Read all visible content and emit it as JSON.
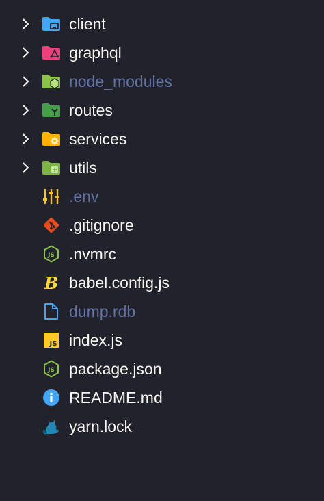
{
  "explorer": {
    "items": [
      {
        "label": "client",
        "type": "folder",
        "icon": "folder-client-icon",
        "color": "#42a5f5",
        "dim": false
      },
      {
        "label": "graphql",
        "type": "folder",
        "icon": "folder-graphql-icon",
        "color": "#ec407a",
        "dim": false
      },
      {
        "label": "node_modules",
        "type": "folder",
        "icon": "folder-node-icon",
        "color": "#8bc34a",
        "dim": true
      },
      {
        "label": "routes",
        "type": "folder",
        "icon": "folder-routes-icon",
        "color": "#43a047",
        "dim": false
      },
      {
        "label": "services",
        "type": "folder",
        "icon": "folder-services-icon",
        "color": "#ffb300",
        "dim": false
      },
      {
        "label": "utils",
        "type": "folder",
        "icon": "folder-utils-icon",
        "color": "#7cb342",
        "dim": false
      },
      {
        "label": ".env",
        "type": "file",
        "icon": "settings-sliders-icon",
        "color": "#fbc02d",
        "dim": true
      },
      {
        "label": ".gitignore",
        "type": "file",
        "icon": "git-icon",
        "color": "#e64a19",
        "dim": false
      },
      {
        "label": ".nvmrc",
        "type": "file",
        "icon": "nodejs-icon",
        "color": "#8bc34a",
        "dim": false
      },
      {
        "label": "babel.config.js",
        "type": "file",
        "icon": "babel-icon",
        "color": "#fdd835",
        "dim": false
      },
      {
        "label": "dump.rdb",
        "type": "file",
        "icon": "document-icon",
        "color": "#42a5f5",
        "dim": true
      },
      {
        "label": "index.js",
        "type": "file",
        "icon": "javascript-icon",
        "color": "#ffca28",
        "dim": false
      },
      {
        "label": "package.json",
        "type": "file",
        "icon": "nodejs-icon",
        "color": "#8bc34a",
        "dim": false
      },
      {
        "label": "README.md",
        "type": "file",
        "icon": "info-icon",
        "color": "#42a5f5",
        "dim": false
      },
      {
        "label": "yarn.lock",
        "type": "file",
        "icon": "yarn-cat-icon",
        "color": "#2188b6",
        "dim": false
      }
    ]
  }
}
